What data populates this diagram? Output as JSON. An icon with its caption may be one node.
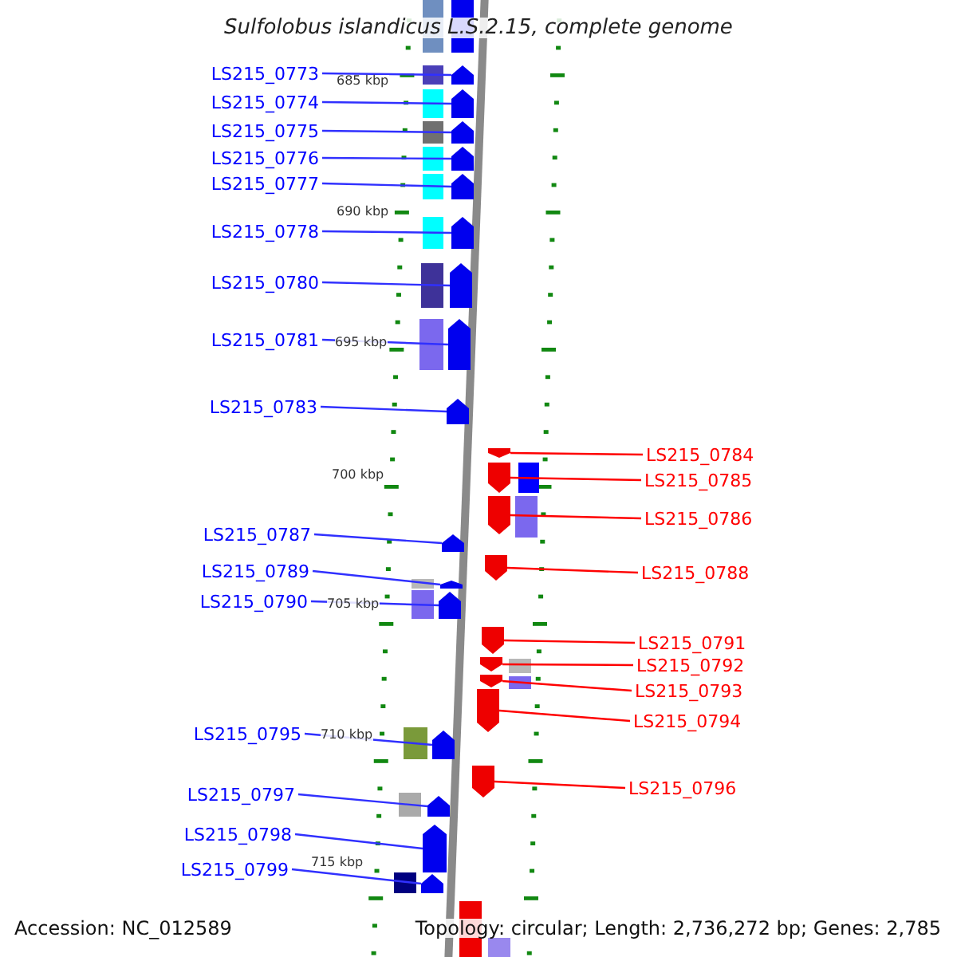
{
  "diagram": {
    "title": "Sulfolobus islandicus L.S.2.15, complete genome",
    "nodes": [
      {
        "text": [
          "LS215_0773"
        ]
      },
      {
        "text": [
          "LS215_0774"
        ]
      },
      {
        "text": [
          "LS215_0775"
        ]
      },
      {
        "text": [
          "LS215_0776"
        ]
      },
      {
        "text": [
          "LS215_0777"
        ]
      },
      {
        "text": [
          "LS215_0778"
        ]
      },
      {
        "text": [
          "LS215_0780"
        ]
      },
      {
        "text": [
          "LS215_0781"
        ]
      },
      {
        "text": [
          "LS215_0783"
        ]
      },
      {
        "text": [
          "LS215_0787"
        ]
      },
      {
        "text": [
          "LS215_0789"
        ]
      },
      {
        "text": [
          "LS215_0790"
        ]
      },
      {
        "text": [
          "LS215_0795"
        ]
      },
      {
        "text": [
          "LS215_0797"
        ]
      },
      {
        "text": [
          "LS215_0798"
        ]
      },
      {
        "text": [
          "LS215_0799"
        ]
      },
      {
        "text": [
          "LS215_0784"
        ]
      },
      {
        "text": [
          "LS215_0785"
        ]
      },
      {
        "text": [
          "LS215_0786"
        ]
      },
      {
        "text": [
          "LS215_0788"
        ]
      },
      {
        "text": [
          "LS215_0791"
        ]
      },
      {
        "text": [
          "LS215_0792"
        ]
      },
      {
        "text": [
          "LS215_0793"
        ]
      },
      {
        "text": [
          "LS215_0794"
        ]
      },
      {
        "text": [
          "LS215_0796"
        ]
      },
      {
        "text": [],
        "shape": "arrow"
      },
      {
        "text": [],
        "shape": "arrow"
      },
      {
        "text": [],
        "shape": "arrow"
      },
      {
        "text": [],
        "shape": "arrow"
      },
      {
        "text": [],
        "shape": "arrow"
      },
      {
        "text": [],
        "shape": "arrow"
      },
      {
        "text": [],
        "shape": "arrow"
      },
      {
        "text": [],
        "shape": "arrow"
      },
      {
        "text": [],
        "shape": "arrow"
      },
      {
        "text": [],
        "shape": "arrow"
      },
      {
        "text": [],
        "shape": "arrow"
      },
      {
        "text": [],
        "shape": "arrow"
      },
      {
        "text": [],
        "shape": "arrow"
      },
      {
        "text": [],
        "shape": "arrow"
      },
      {
        "text": [],
        "shape": "arrow"
      },
      {
        "text": [],
        "shape": "arrow"
      },
      {
        "text": [],
        "shape": "arrow"
      },
      {
        "text": [],
        "shape": "arrow"
      },
      {
        "text": [],
        "shape": "arrow"
      },
      {
        "text": [],
        "shape": "arrow"
      },
      {
        "text": [],
        "shape": "arrow"
      },
      {
        "text": [],
        "shape": "arrow"
      },
      {
        "text": [],
        "shape": "arrow"
      },
      {
        "text": [],
        "shape": "arrow"
      },
      {
        "text": [],
        "shape": "arrow"
      },
      {
        "text": [],
        "shape": "arrow"
      },
      {
        "text": [],
        "shape": "arrow"
      }
    ],
    "edges": [
      {
        "from": 0,
        "to": 26,
        "arrow": "none"
      },
      {
        "from": 1,
        "to": 27,
        "arrow": "none"
      },
      {
        "from": 2,
        "to": 28,
        "arrow": "none"
      },
      {
        "from": 3,
        "to": 29,
        "arrow": "none"
      },
      {
        "from": 4,
        "to": 30,
        "arrow": "none"
      },
      {
        "from": 5,
        "to": 31,
        "arrow": "none"
      },
      {
        "from": 6,
        "to": 32,
        "arrow": "none"
      },
      {
        "from": 7,
        "to": 33,
        "arrow": "none"
      },
      {
        "from": 8,
        "to": 34,
        "arrow": "none"
      },
      {
        "from": 9,
        "to": 35,
        "arrow": "none"
      },
      {
        "from": 10,
        "to": 36,
        "arrow": "none"
      },
      {
        "from": 11,
        "to": 37,
        "arrow": "none"
      },
      {
        "from": 12,
        "to": 38,
        "arrow": "none"
      },
      {
        "from": 13,
        "to": 39,
        "arrow": "none"
      },
      {
        "from": 14,
        "to": 40,
        "arrow": "none"
      },
      {
        "from": 15,
        "to": 41,
        "arrow": "none"
      },
      {
        "from": 16,
        "to": 42,
        "arrow": "none",
        "color": "#ff0000"
      },
      {
        "from": 17,
        "to": 43,
        "arrow": "none",
        "color": "#ff0000"
      },
      {
        "from": 18,
        "to": 44,
        "arrow": "none",
        "color": "#ff0000"
      },
      {
        "from": 19,
        "to": 45,
        "arrow": "none",
        "color": "#ff0000"
      },
      {
        "from": 20,
        "to": 46,
        "arrow": "none",
        "color": "#ff0000"
      },
      {
        "from": 21,
        "to": 47,
        "arrow": "none",
        "color": "#ff0000"
      },
      {
        "from": 22,
        "to": 48,
        "arrow": "none",
        "color": "#ff0000"
      },
      {
        "from": 23,
        "to": 49,
        "arrow": "none",
        "color": "#ff0000"
      },
      {
        "from": 24,
        "to": 50,
        "arrow": "none",
        "color": "#ff0000"
      }
    ],
    "labels": [
      "685 kbp",
      "690 kbp",
      "695 kbp",
      "700 kbp",
      "705 kbp",
      "710 kbp",
      "715 kbp",
      "Accession: NC_012589",
      "Topology: circular; Length: 2,736,272 bp; Genes: 2,785"
    ]
  }
}
